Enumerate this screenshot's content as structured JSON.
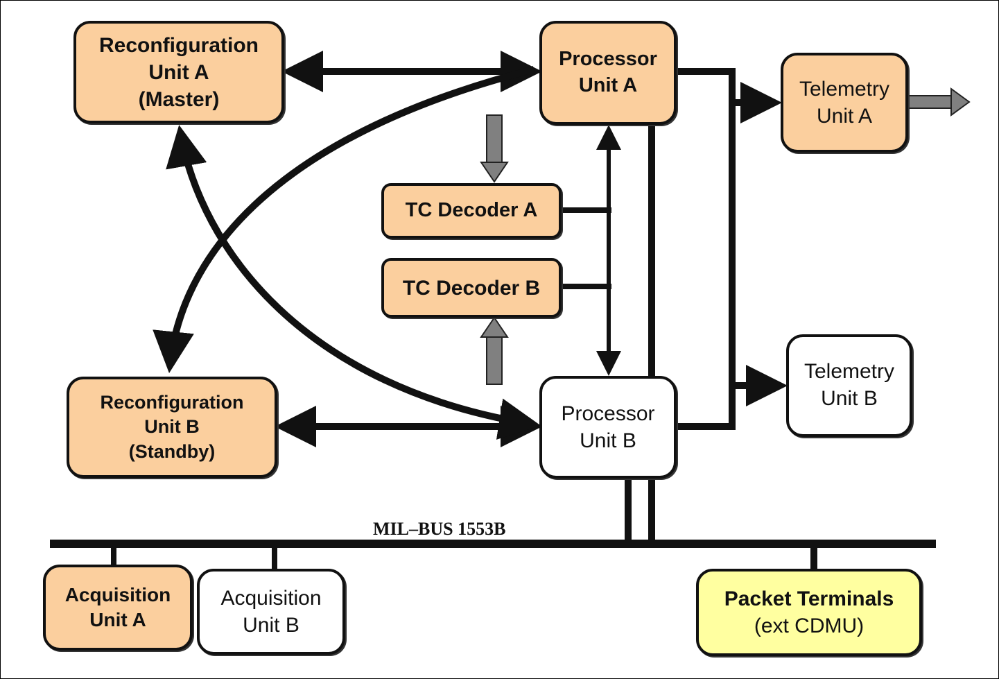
{
  "colors": {
    "active_fill": "#FBCF9E",
    "standby_fill": "#FFFFFF",
    "external_fill": "#FFFFA0",
    "line": "#111111",
    "tc_arrow": "#808080"
  },
  "blocks": {
    "reconfig_a": {
      "lines": [
        "Reconfiguration",
        "Unit A",
        "(Master)"
      ],
      "state": "active"
    },
    "reconfig_b": {
      "lines": [
        "Reconfiguration",
        "Unit B",
        "(Standby)"
      ],
      "state": "active"
    },
    "processor_a": {
      "lines": [
        "Processor",
        "Unit A"
      ],
      "state": "active"
    },
    "processor_b": {
      "lines": [
        "Processor",
        "Unit B"
      ],
      "state": "standby"
    },
    "tc_decoder_a": {
      "lines": [
        "TC Decoder A"
      ],
      "state": "active"
    },
    "tc_decoder_b": {
      "lines": [
        "TC Decoder B"
      ],
      "state": "active"
    },
    "telemetry_a": {
      "lines": [
        "Telemetry",
        "Unit A"
      ],
      "state": "active"
    },
    "telemetry_b": {
      "lines": [
        "Telemetry",
        "Unit B"
      ],
      "state": "standby"
    },
    "acquisition_a": {
      "lines": [
        "Acquisition",
        "Unit A"
      ],
      "state": "active"
    },
    "acquisition_b": {
      "lines": [
        "Acquisition",
        "Unit B"
      ],
      "state": "standby"
    },
    "packet_terminals": {
      "lines": [
        "Packet Terminals",
        "(ext CDMU)"
      ],
      "state": "external"
    }
  },
  "bus": {
    "label": "MIL–BUS 1553B"
  },
  "connections": [
    {
      "from": "reconfig_a",
      "to": "processor_a",
      "type": "bidirectional"
    },
    {
      "from": "reconfig_b",
      "to": "processor_b",
      "type": "bidirectional"
    },
    {
      "from": "reconfig_a",
      "to": "processor_b",
      "type": "bidirectional-curved"
    },
    {
      "from": "reconfig_b",
      "to": "processor_a",
      "type": "bidirectional-curved"
    },
    {
      "from": "processor_a",
      "to": "processor_b",
      "type": "bidirectional"
    },
    {
      "from": "tc_decoder_a",
      "to": "processor_link",
      "type": "line"
    },
    {
      "from": "tc_decoder_b",
      "to": "processor_link",
      "type": "line"
    },
    {
      "from": "processor_a",
      "to": "telemetry_a",
      "type": "arrow"
    },
    {
      "from": "processor_b",
      "to": "telemetry_b",
      "type": "arrow"
    },
    {
      "from": "processor_a",
      "to": "bus",
      "type": "line"
    },
    {
      "from": "processor_b",
      "to": "bus",
      "type": "line"
    },
    {
      "from": "acquisition_a",
      "to": "bus",
      "type": "line"
    },
    {
      "from": "acquisition_b",
      "to": "bus",
      "type": "line"
    },
    {
      "from": "packet_terminals",
      "to": "bus",
      "type": "line"
    },
    {
      "from": "external_tc_in",
      "to": "tc_decoder_a",
      "type": "gray-arrow"
    },
    {
      "from": "external_tc_in",
      "to": "tc_decoder_b",
      "type": "gray-arrow"
    },
    {
      "from": "telemetry_a",
      "to": "external_tm_out",
      "type": "gray-arrow"
    }
  ]
}
